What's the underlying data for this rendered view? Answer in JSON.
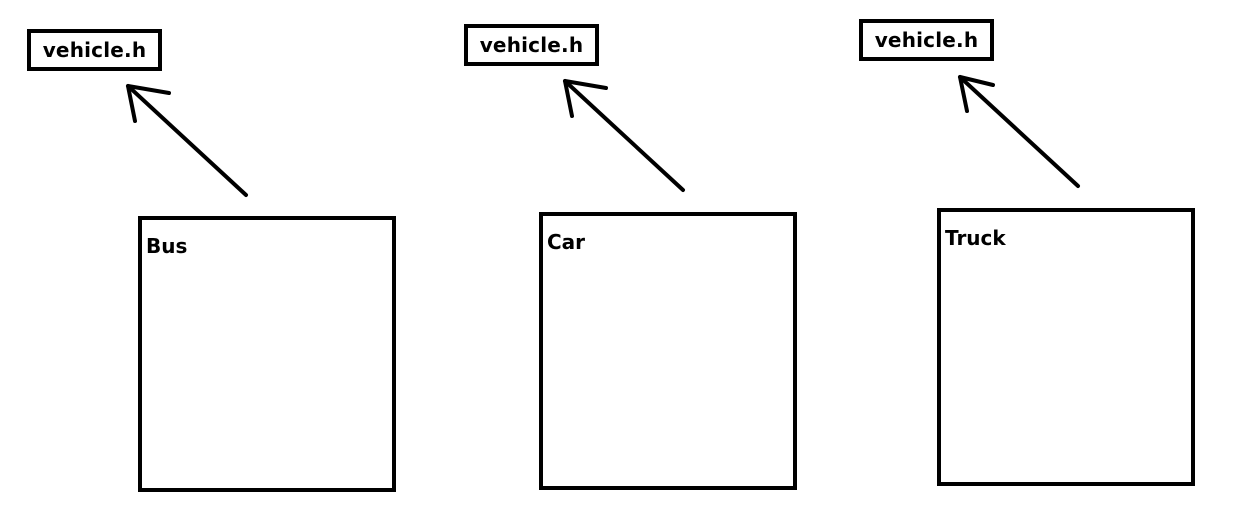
{
  "diagram": {
    "headers": [
      {
        "label": "vehicle.h"
      },
      {
        "label": "vehicle.h"
      },
      {
        "label": "vehicle.h"
      }
    ],
    "classes": [
      {
        "label": "Bus"
      },
      {
        "label": "Car"
      },
      {
        "label": "Truck"
      }
    ],
    "colors": {
      "stroke": "#000000",
      "background": "#ffffff"
    }
  }
}
